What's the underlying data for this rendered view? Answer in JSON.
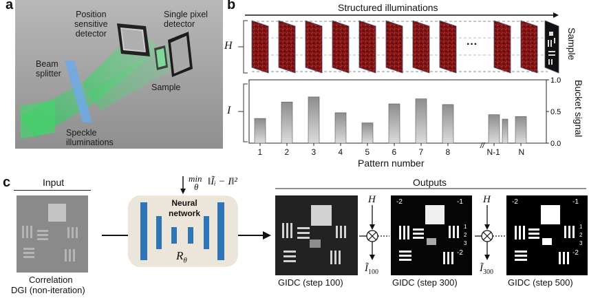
{
  "panel_a": {
    "label": "a",
    "text": {
      "position_detector": "Position\nsensitive\ndetector",
      "single_pixel_detector": "Single pixel\ndetector",
      "beam_splitter": "Beam\nsplitter",
      "sample": "Sample",
      "speckle": "Speckle\nilluminations"
    }
  },
  "panel_b": {
    "label": "b",
    "title": "Structured illuminations",
    "h_symbol": "H",
    "sample_label": "Sample",
    "i_symbol": "I",
    "dots": "···"
  },
  "chart_data": {
    "type": "bar",
    "title": "",
    "xlabel": "Pattern number",
    "ylabel": "Bucket signal",
    "categories": [
      "1",
      "2",
      "3",
      "4",
      "5",
      "6",
      "7",
      "8",
      "N-1",
      "N"
    ],
    "values": [
      0.39,
      0.65,
      0.73,
      0.48,
      0.32,
      0.62,
      0.7,
      0.61,
      0.45,
      0.42
    ],
    "extra_bar_near_N-1": 0.38,
    "ylim": [
      0,
      1.0
    ],
    "yticks": [
      "0.0",
      "0.5",
      "1.0"
    ],
    "axis_break_marker": "//"
  },
  "panel_c": {
    "label": "c",
    "input_title": "Input",
    "input_caption_1": "Correlation",
    "input_caption_2": "DGI (non-iteration)",
    "loss_min": "min",
    "loss_theta": "θ",
    "loss_expr": "‖Ĩᵢ − I‖²",
    "network_title": "Neural\nnetwork",
    "network_param": "R",
    "network_param_sub": "θ",
    "outputs_title": "Outputs",
    "h_symbol": "H",
    "otimes": "⊗",
    "i100": "Ĩ",
    "i100_sub": "100",
    "i300": "Ĩ",
    "i300_sub": "300",
    "caption_100": "GIDC (step 100)",
    "caption_300": "GIDC (step 300)",
    "caption_500": "GIDC (step 500)",
    "target_labels_300": [
      "-2",
      "-1",
      "1",
      "2",
      "3",
      "-2"
    ],
    "target_labels_500": [
      "-2",
      "-1",
      "1",
      "2",
      "3",
      "-2"
    ]
  },
  "colors": {
    "laser_green": "#38c46a",
    "pattern_red": "#8a1a1a",
    "bar_gray": "#9a9a9a",
    "network_blue": "#2f74b5",
    "network_bg": "#ece6da"
  }
}
